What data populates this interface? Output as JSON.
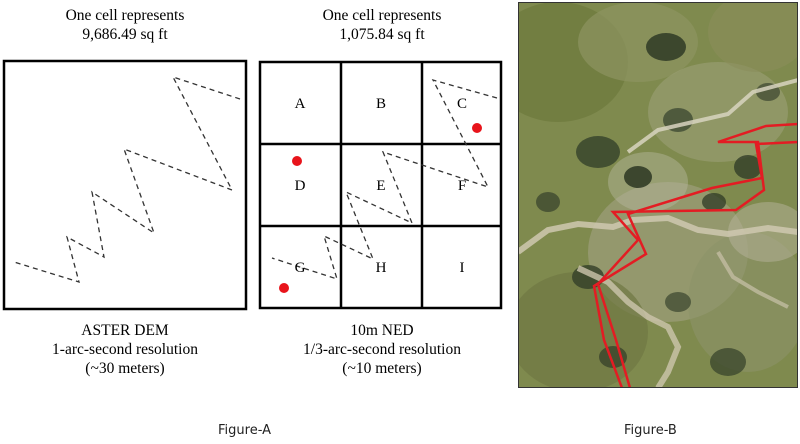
{
  "left_panel": {
    "header_line1": "One cell represents",
    "header_line2": "9,686.49 sq ft",
    "footer_line1": "ASTER DEM",
    "footer_line2": "1-arc-second resolution",
    "footer_line3": "(~30 meters)"
  },
  "middle_panel": {
    "header_line1": "One cell represents",
    "header_line2": "1,075.84 sq ft",
    "cells": [
      "A",
      "B",
      "C",
      "D",
      "E",
      "F",
      "G",
      "H",
      "I"
    ],
    "footer_line1": "10m NED",
    "footer_line2": "1/3-arc-second resolution",
    "footer_line3": "(~10 meters)"
  },
  "figure_labels": {
    "a": "Figure-A",
    "b": "Figure-B"
  },
  "colors": {
    "marker": "#e8141b",
    "path_line": "#e31c23",
    "grid_stroke": "#000000"
  }
}
